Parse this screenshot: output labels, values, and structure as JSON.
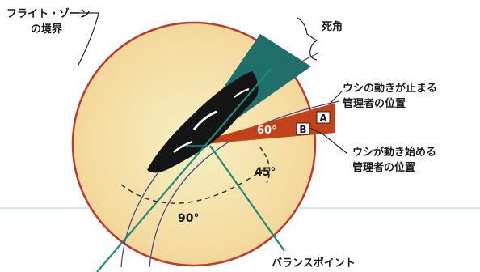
{
  "labels": {
    "flight_zone_line1": "フライト・ゾーン",
    "flight_zone_line2": "の境界",
    "blind_spot": "死角",
    "stop_line1": "ウシの動きが止まる",
    "stop_line2": "管理者の位置",
    "start_line1": "ウシが動き始める",
    "start_line2": "管理者の位置",
    "balance_point": "バランスポイント",
    "marker_a": "A",
    "marker_b": "B",
    "angle_60": "60°",
    "angle_45": "45°",
    "angle_90": "90°"
  },
  "colors": {
    "zone_fill": "#f3d79a",
    "zone_center": "#f7f0c2",
    "zone_border": "#c0392b",
    "blind_spot": "#1f6f6a",
    "wedge": "#c2421a",
    "line_teal": "#1d8a80",
    "arc_blue": "#3a3f8f",
    "arc_dark": "#333333",
    "cow": "#151515"
  }
}
